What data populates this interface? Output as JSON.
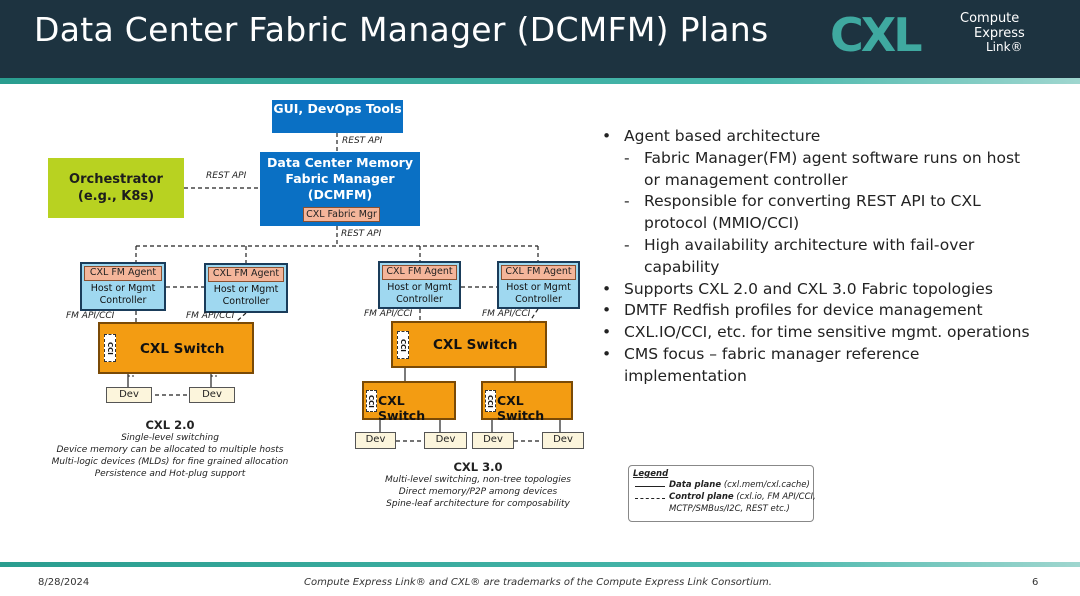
{
  "header": {
    "title": "Data Center Fabric Manager (DCMFM) Plans",
    "logo": {
      "mark": "CXL",
      "line1": "Compute",
      "line2": "Express",
      "line3": "Link®"
    }
  },
  "diagram": {
    "gui": "GUI, DevOps Tools",
    "rest_api_top": "REST API",
    "rest_api_left": "REST API",
    "rest_api_mid": "REST API",
    "orchestrator": "Orchestrator (e.g., K8s)",
    "dcmfm_line1": "Data Center Memory",
    "dcmfm_line2": "Fabric Manager",
    "dcmfm_line3": "(DCMFM)",
    "cxl_fabric_mgr": "CXL Fabric Mgr",
    "agent": "CXL FM Agent",
    "host_line1": "Host or Mgmt",
    "host_line2": "Controller",
    "fm_api": "FM API/CCI",
    "cci": "CCI",
    "switch": "CXL Switch",
    "dev": "Dev",
    "cxl2": {
      "title": "CXL 2.0",
      "lines": [
        "Single-level switching",
        "Device memory can be allocated to multiple hosts",
        "Multi-logic devices (MLDs) for fine grained allocation",
        "Persistence and Hot-plug support"
      ]
    },
    "cxl3": {
      "title": "CXL 3.0",
      "lines": [
        "Multi-level switching, non-tree topologies",
        "Direct memory/P2P among devices",
        "Spine-leaf architecture for composability"
      ]
    }
  },
  "bullets": [
    {
      "level": 1,
      "text": "Agent based architecture"
    },
    {
      "level": 2,
      "text": "Fabric Manager(FM) agent software runs on host or management controller"
    },
    {
      "level": 2,
      "text": "Responsible for converting REST API to CXL protocol (MMIO/CCI)"
    },
    {
      "level": 2,
      "text": "High availability architecture with fail-over capability"
    },
    {
      "level": 1,
      "text": "Supports CXL 2.0 and CXL 3.0 Fabric topologies"
    },
    {
      "level": 1,
      "text": "DMTF Redfish profiles for device management"
    },
    {
      "level": 1,
      "text": "CXL.IO/CCI, etc. for time sensitive mgmt. operations"
    },
    {
      "level": 1,
      "text": "CMS focus – fabric manager reference implementation"
    }
  ],
  "legend": {
    "title": "Legend",
    "data_label": "Data plane",
    "data_desc": "(cxl.mem/cxl.cache)",
    "control_label": "Control plane",
    "control_desc": "(cxl.io, FM API/CCI,",
    "control_desc2": "MCTP/SMBus/I2C, REST etc.)"
  },
  "footer": {
    "date": "8/28/2024",
    "note": "Compute Express Link® and CXL® are trademarks of the Compute Express Link Consortium.",
    "page": "6"
  },
  "colors": {
    "header": "#1d3340",
    "accent": "#2a9d8f",
    "blue": "#0a70c4",
    "green": "#b8d221",
    "orange": "#f39c12",
    "host": "#9fd8f0"
  }
}
